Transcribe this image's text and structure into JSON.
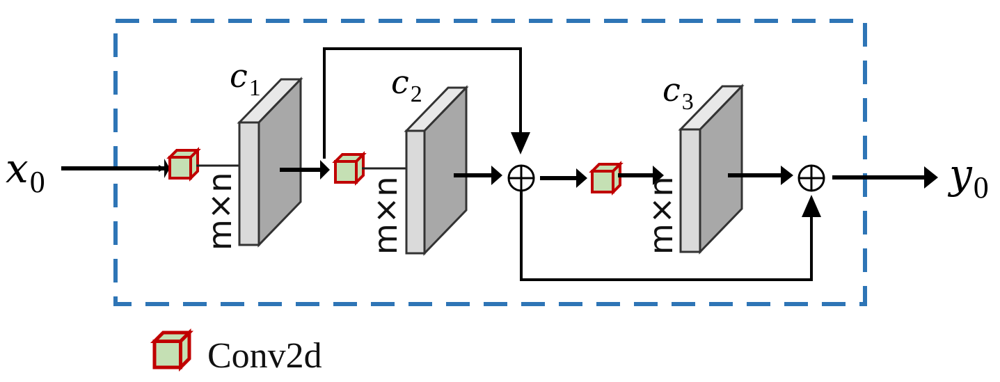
{
  "diagram": {
    "input": {
      "symbol": "x",
      "subscript": "0"
    },
    "output": {
      "symbol": "y",
      "subscript": "0"
    },
    "layers": [
      {
        "symbol": "c",
        "subscript": "1",
        "size_label": "m×n"
      },
      {
        "symbol": "c",
        "subscript": "2",
        "size_label": "m×n"
      },
      {
        "symbol": "c",
        "subscript": "3",
        "size_label": "m×n"
      }
    ],
    "sum_symbol": "⊕",
    "legend": {
      "label": "Conv2d"
    },
    "colors": {
      "block_border": "#2e75b6",
      "cube_edge": "#c00000",
      "cube_fill": "#c5e0b4",
      "plate_front": "#d9d9d9",
      "plate_side": "#a6a6a6",
      "arrow": "#000000"
    }
  }
}
